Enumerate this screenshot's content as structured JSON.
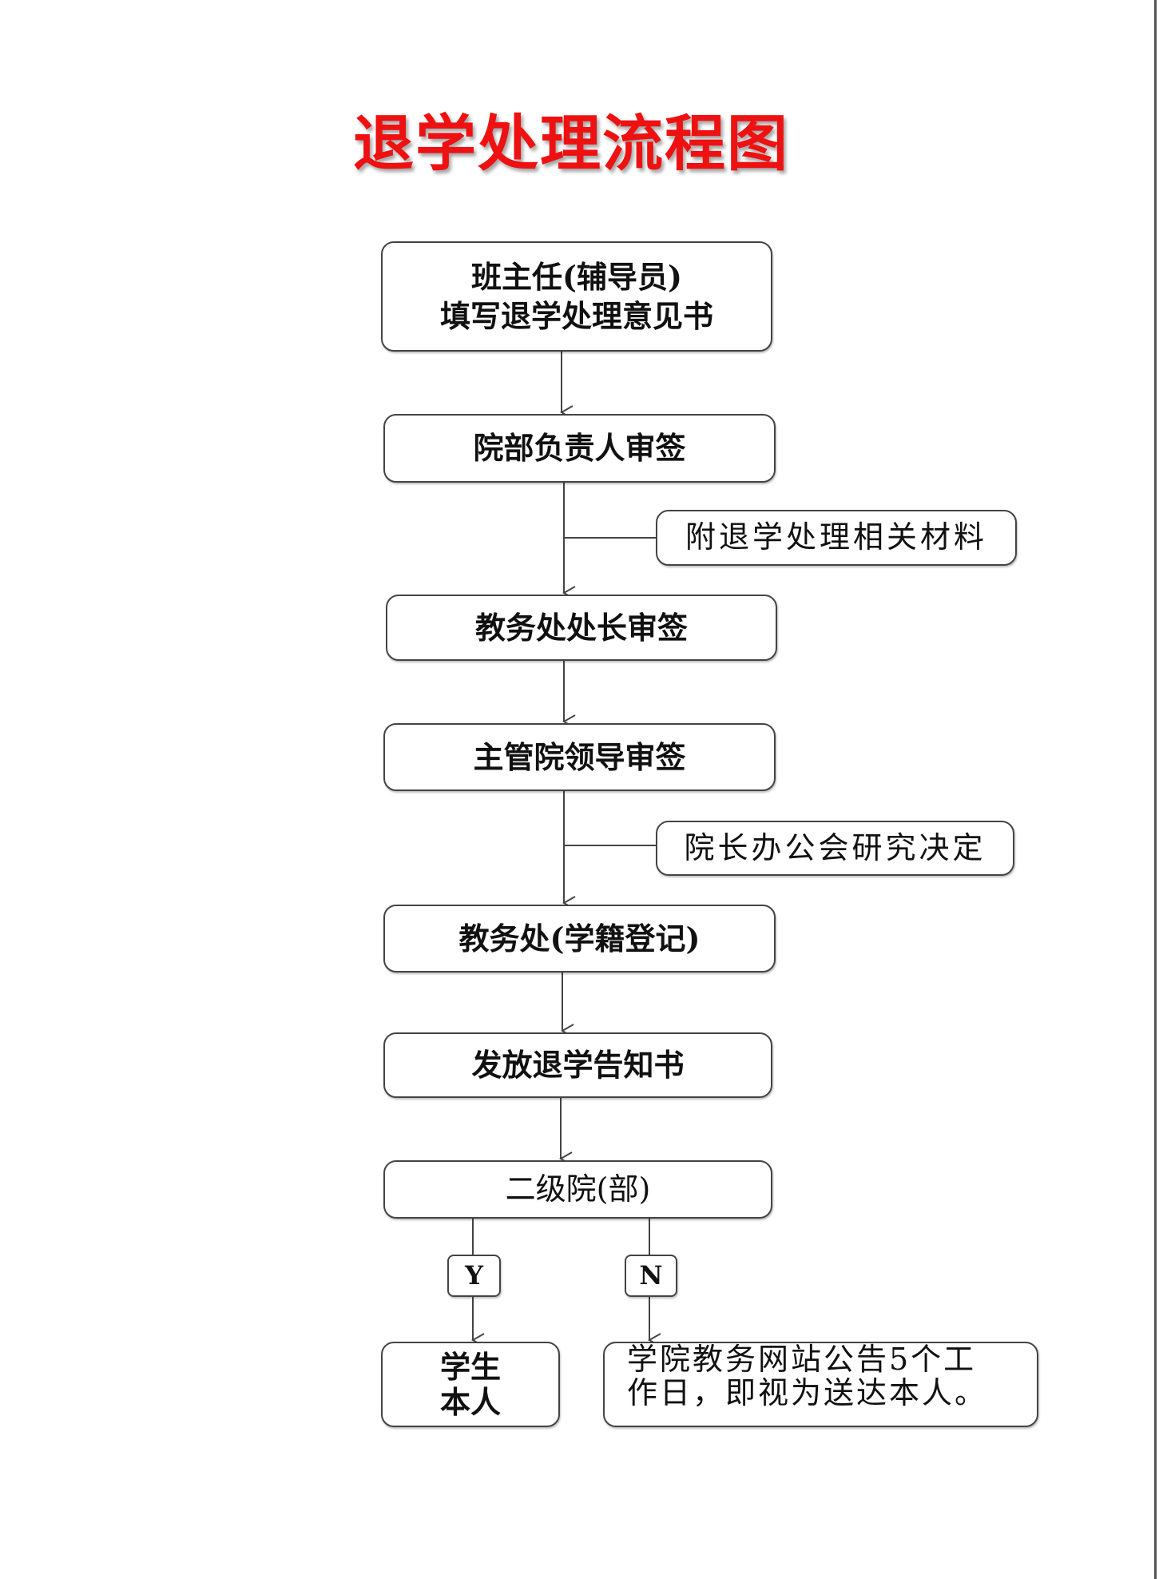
{
  "title": "退学处理流程图",
  "nodes": {
    "n1_line1": "班主任(辅导员)",
    "n1_line2": "填写退学处理意见书",
    "n2": "院部负责人审签",
    "n3": "教务处处长审签",
    "n4": "主管院领导审签",
    "n5": "教务处(学籍登记)",
    "n6": "发放退学告知书",
    "n7": "二级院(部)",
    "student_line1": "学生",
    "student_line2": "本人",
    "notice_line1": "学院教务网站公告5个工",
    "notice_line2": "作日，即视为送达本人。"
  },
  "side_notes": {
    "s1": "附退学处理相关材料",
    "s2": "院长办公会研究决定"
  },
  "branches": {
    "yes": "Y",
    "no": "N"
  },
  "colors": {
    "title": "#ee1111",
    "line": "#444444"
  }
}
